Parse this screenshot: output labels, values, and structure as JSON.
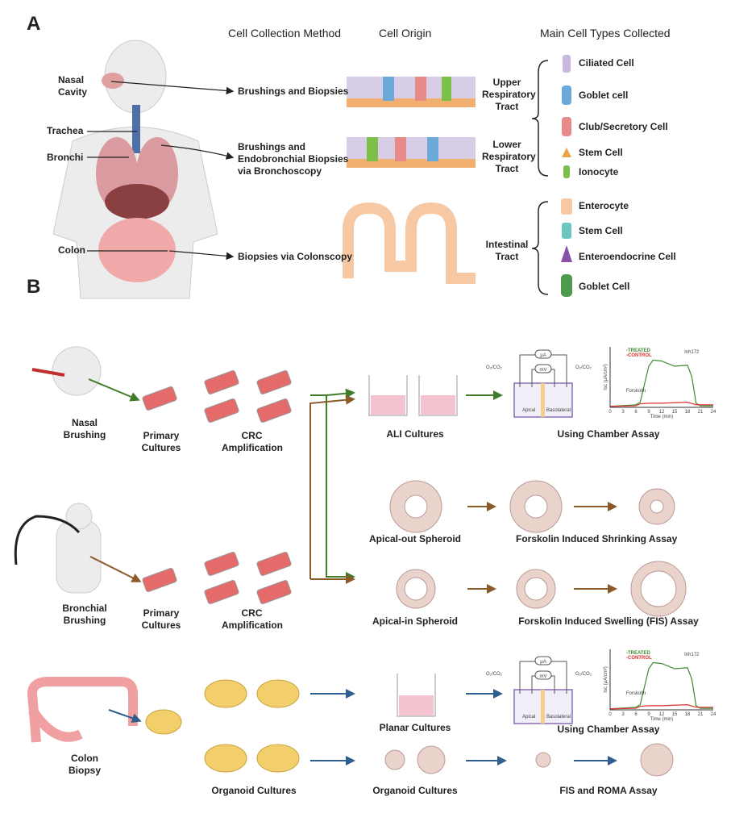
{
  "panel_a": {
    "label": "A",
    "headers": {
      "method": "Cell Collection Method",
      "origin": "Cell Origin",
      "types": "Main Cell Types Collected"
    },
    "anatomy": {
      "nasal": "Nasal Cavity",
      "trachea": "Trachea",
      "bronchi": "Bronchi",
      "colon": "Colon"
    },
    "methods": [
      "Brushings and Biopsies",
      "Brushings and Endobronchial Biopsies via Bronchoscopy",
      "Biopsies via Colonscopy"
    ],
    "tracts": [
      "Upper Respiratory Tract",
      "Lower Respiratory Tract",
      "Intestinal Tract"
    ],
    "respiratory_cells": [
      {
        "name": "Ciliated Cell",
        "color": "#c9b8dc"
      },
      {
        "name": "Goblet cell",
        "color": "#6aa9d8"
      },
      {
        "name": "Club/Secretory Cell",
        "color": "#e88a8a"
      },
      {
        "name": "Stem Cell",
        "color": "#f0a24a"
      },
      {
        "name": "Ionocyte",
        "color": "#7cc04a"
      }
    ],
    "intestinal_cells": [
      {
        "name": "Enterocyte",
        "color": "#f6c9a4"
      },
      {
        "name": "Stem Cell",
        "color": "#6cc7c0"
      },
      {
        "name": "Enteroendocrine Cell",
        "color": "#8a4fa8"
      },
      {
        "name": "Goblet Cell",
        "color": "#4e9a4e"
      }
    ]
  },
  "panel_b": {
    "label": "B",
    "nasal_brushing": "Nasal Brushing",
    "bronchial_brushing": "Bronchial Brushing",
    "colon_biopsy": "Colon Biopsy",
    "primary_cultures": "Primary Cultures",
    "crc_amplification": "CRC Amplification",
    "ali_cultures": "ALI Cultures",
    "ussing_chamber": "Using Chamber Assay",
    "apical_out": "Apical-out Spheroid",
    "shrinking": "Forskolin Induced Shrinking Assay",
    "apical_in": "Apical-in Spheroid",
    "fis": "Forskolin Induced Swelling (FIS) Assay",
    "planar": "Planar Cultures",
    "organoid_cultures": "Organoid Cultures",
    "fis_roma": "FIS and ROMA Assay",
    "chamber": {
      "ua": "μA",
      "mv": "mV",
      "gas": "O₂/CO₂",
      "apical": "Apical",
      "basolateral": "Basolateral"
    },
    "arrow_colors": {
      "nasal": "#3f7d2a",
      "bronchial": "#8a5a2b",
      "colon": "#2f5f8f"
    }
  },
  "chart_data": {
    "type": "line",
    "xlabel": "Time (min)",
    "ylabel": "Isc (μA/cm²)",
    "xticks": [
      0,
      3,
      6,
      9,
      12,
      15,
      18,
      21,
      24
    ],
    "annotations": [
      "Forskolin",
      "Inh172"
    ],
    "series": [
      {
        "name": "TREATED",
        "color": "#3f8a2f",
        "x": [
          0,
          6,
          7,
          9,
          10,
          12,
          15,
          18,
          19,
          20,
          21,
          24
        ],
        "y": [
          0.02,
          0.05,
          0.1,
          0.8,
          0.92,
          0.9,
          0.8,
          0.82,
          0.6,
          0.08,
          0.03,
          0.03
        ]
      },
      {
        "name": "CONTROL",
        "color": "#e03030",
        "x": [
          0,
          6,
          7,
          9,
          12,
          15,
          18,
          20,
          24
        ],
        "y": [
          0.02,
          0.03,
          0.07,
          0.08,
          0.08,
          0.09,
          0.1,
          0.05,
          0.05
        ]
      }
    ]
  }
}
